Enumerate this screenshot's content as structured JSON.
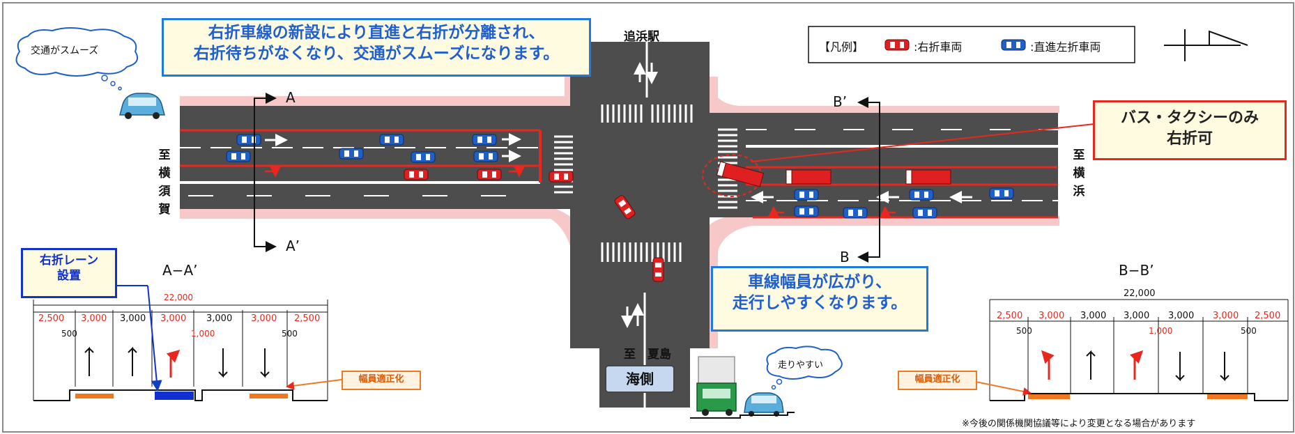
{
  "callouts": {
    "top_left_line1": "右折車線の新設により直進と右折が分離され、",
    "top_left_line2": "右折待ちがなくなり、交通がスムーズになります。",
    "middle_line1": "車線幅員が広がり、",
    "middle_line2": "走行しやすくなります。",
    "bus_taxi_line1": "バス・タクシーのみ",
    "bus_taxi_line2": "右折可",
    "right_turn_lane_line1": "右折レーン",
    "right_turn_lane_line2": "設置"
  },
  "bubbles": {
    "smooth": "交通がスムーズ",
    "easy_drive": "走りやすい"
  },
  "labels": {
    "oppama": "追浜駅",
    "natsushima": "至　夏島",
    "yokosuka": [
      "至",
      "横",
      "須",
      "賀"
    ],
    "yokohama": [
      "至",
      "横",
      "浜"
    ],
    "umigawa": "海側",
    "section_a": "A",
    "section_a_prime": "A’",
    "section_b": "B",
    "section_b_prime": "B’",
    "note": "※今後の関係機関協議等により変更となる場合があります"
  },
  "legend": {
    "prefix": "【凡例】",
    "right_turn": ":右折車両",
    "straight_left": ":直進左折車両"
  },
  "colors": {
    "right_turn_vehicle": "#e02020",
    "straight_vehicle": "#1f5fc8",
    "road": "#4a4a4a",
    "sidewalk": "#f6c8c8",
    "callout_border": "#1f7ae0"
  },
  "cross_sections": {
    "aa": {
      "title": "A−A’",
      "total": "22,000",
      "widths": [
        "2,500",
        "3,000",
        "3,000",
        "3,000",
        "3,000",
        "3,000",
        "2,500"
      ],
      "width_highlight": [
        true,
        true,
        false,
        true,
        false,
        true,
        true
      ],
      "offsets": [
        "500",
        "1,000",
        "500"
      ],
      "tag": "幅員適正化"
    },
    "bb": {
      "title": "B−B’",
      "total": "22,000",
      "widths": [
        "2,500",
        "3,000",
        "3,000",
        "3,000",
        "3,000",
        "3,000",
        "2,500"
      ],
      "width_highlight": [
        true,
        true,
        false,
        false,
        false,
        true,
        true
      ],
      "offsets": [
        "500",
        "1,000",
        "500"
      ],
      "tag": "幅員適正化"
    }
  }
}
